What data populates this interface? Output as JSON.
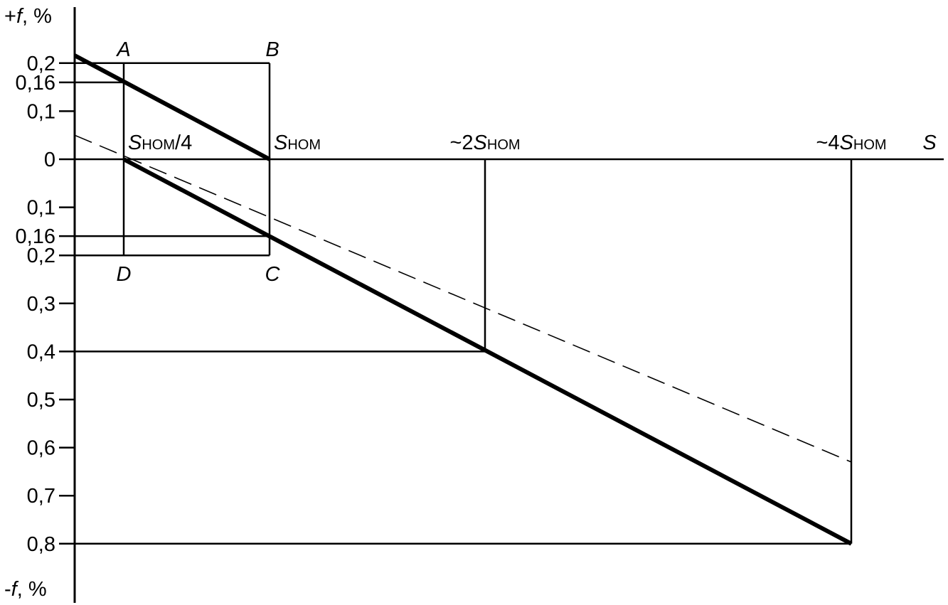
{
  "chart_data": {
    "type": "line",
    "y_axis_top_label": {
      "sign": "+",
      "var": "f",
      "unit": ", %"
    },
    "y_axis_bottom_label": {
      "sign": "-",
      "var": "f",
      "unit": ", %"
    },
    "x_axis_label": "S",
    "y_ticks": [
      {
        "value": 0.2,
        "label": "0,2"
      },
      {
        "value": 0.16,
        "label": "0,16"
      },
      {
        "value": 0.1,
        "label": "0,1"
      },
      {
        "value": 0,
        "label": "0"
      },
      {
        "value": -0.1,
        "label": "0,1"
      },
      {
        "value": -0.16,
        "label": "0,16"
      },
      {
        "value": -0.2,
        "label": "0,2"
      },
      {
        "value": -0.3,
        "label": "0,3"
      },
      {
        "value": -0.4,
        "label": "0,4"
      },
      {
        "value": -0.5,
        "label": "0,5"
      },
      {
        "value": -0.6,
        "label": "0,6"
      },
      {
        "value": -0.7,
        "label": "0,7"
      },
      {
        "value": -0.8,
        "label": "0,8"
      }
    ],
    "x_markers": [
      {
        "x": 0.25,
        "prefix": "",
        "var": "S",
        "sub": "НОМ",
        "suffix": "/4"
      },
      {
        "x": 1,
        "prefix": "",
        "var": "S",
        "sub": "НОМ",
        "suffix": ""
      },
      {
        "x": 2,
        "prefix": "~2",
        "var": "S",
        "sub": "НОМ",
        "suffix": ""
      },
      {
        "x": 4,
        "prefix": "~4",
        "var": "S",
        "sub": "НОМ",
        "suffix": ""
      }
    ],
    "box_points": [
      {
        "name": "A",
        "x": 0.25,
        "y": 0.2
      },
      {
        "name": "B",
        "x": 1,
        "y": 0.2
      },
      {
        "name": "C",
        "x": 1,
        "y": -0.2
      },
      {
        "name": "D",
        "x": 0.25,
        "y": -0.2
      }
    ],
    "series": [
      {
        "style": "thick-solid",
        "points": [
          [
            0,
            0.216
          ],
          [
            1,
            0
          ]
        ]
      },
      {
        "style": "thick-solid",
        "points": [
          [
            0.25,
            0
          ],
          [
            4,
            -0.8
          ]
        ]
      },
      {
        "style": "thin-dashed",
        "points": [
          [
            0,
            0.05
          ],
          [
            4,
            -0.63
          ]
        ]
      }
    ],
    "guides": {
      "vertical": [
        {
          "x": 0.25,
          "y1": 0.2,
          "y2": -0.2
        },
        {
          "x": 1,
          "y1": 0.2,
          "y2": -0.2
        },
        {
          "x": 2,
          "y1": 0,
          "y2": -0.4
        },
        {
          "x": 4,
          "y1": 0,
          "y2": -0.8
        }
      ],
      "horizontal": [
        {
          "y": 0.2,
          "x2": 1
        },
        {
          "y": 0.16,
          "x2": 0.25
        },
        {
          "y": -0.16,
          "x2": 1
        },
        {
          "y": -0.2,
          "x2": 1
        },
        {
          "y": -0.4,
          "x2": 2
        },
        {
          "y": -0.8,
          "x2": 4
        }
      ]
    },
    "xlim": [
      0,
      4.4
    ],
    "ylim": [
      -0.9,
      0.3
    ],
    "grid": false
  }
}
